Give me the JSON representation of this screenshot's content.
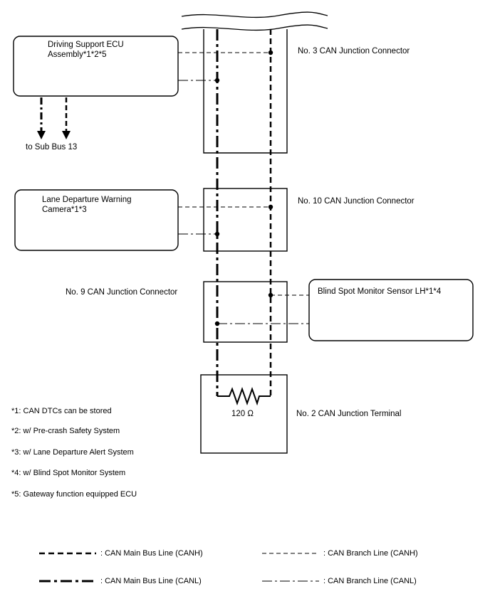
{
  "components": {
    "driving_support_ecu": {
      "line1": "Driving Support ECU",
      "line2": "Assembly*1*2*5"
    },
    "lane_departure_camera": {
      "line1": "Lane Departure Warning",
      "line2": "Camera*1*3"
    },
    "blind_spot_sensor": {
      "label": "Blind Spot Monitor Sensor LH*1*4"
    }
  },
  "connectors": {
    "jc3": "No. 3 CAN Junction Connector",
    "jc10": "No. 10 CAN Junction Connector",
    "jc9": "No. 9 CAN Junction Connector",
    "terminal2": "No. 2 CAN Junction Terminal"
  },
  "sub_bus": "to Sub Bus 13",
  "resistor": "120 Ω",
  "notes": [
    "*1: CAN DTCs can be stored",
    "*2: w/ Pre-crash Safety System",
    "*3: w/ Lane Departure Alert System",
    "*4: w/ Blind Spot Monitor System",
    "*5: Gateway function equipped ECU"
  ],
  "legend": {
    "main_canh": ": CAN Main Bus Line (CANH)",
    "main_canl": ": CAN Main Bus Line (CANL)",
    "branch_canh": ": CAN Branch Line (CANH)",
    "branch_canl": ": CAN Branch Line (CANL)"
  }
}
